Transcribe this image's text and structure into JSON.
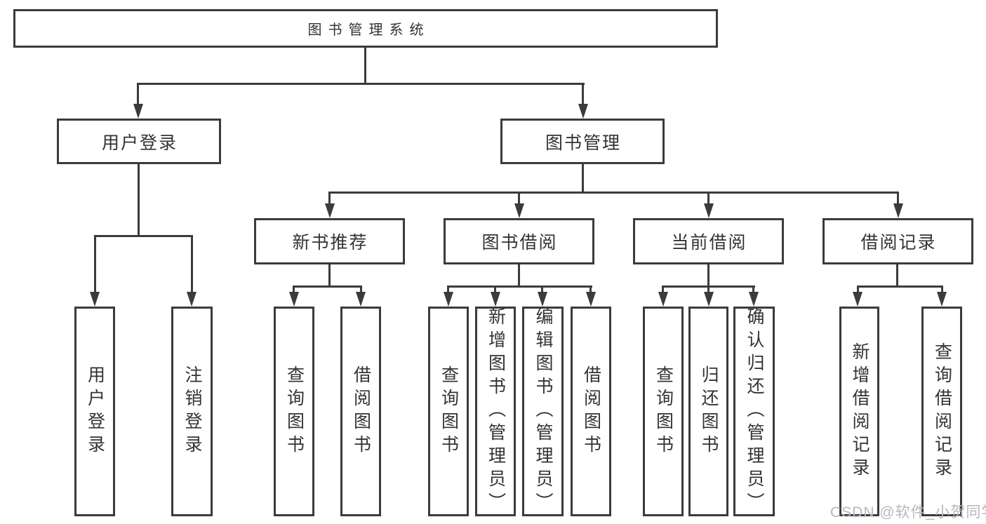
{
  "diagram": {
    "root": {
      "label": "图书管理系统"
    },
    "branches": [
      {
        "label": "用户登录",
        "children": [
          {
            "label": "用户登录"
          },
          {
            "label": "注销登录"
          }
        ]
      },
      {
        "label": "图书管理",
        "children": [
          {
            "label": "新书推荐",
            "children": [
              {
                "label": "查询图书"
              },
              {
                "label": "借阅图书"
              }
            ]
          },
          {
            "label": "图书借阅",
            "children": [
              {
                "label": "查询图书"
              },
              {
                "label": "新增图书（管理员）"
              },
              {
                "label": "编辑图书（管理员）"
              },
              {
                "label": "借阅图书"
              }
            ]
          },
          {
            "label": "当前借阅",
            "children": [
              {
                "label": "查询图书"
              },
              {
                "label": "归还图书"
              },
              {
                "label": "确认归还（管理员）"
              }
            ]
          },
          {
            "label": "借阅记录",
            "children": [
              {
                "label": "新增借阅记录"
              },
              {
                "label": "查询借阅记录"
              }
            ]
          }
        ]
      }
    ]
  },
  "watermark": {
    "text": "CSDN @软件_小贺同学"
  },
  "colors": {
    "line": "#3b3b3b",
    "text": "#333333",
    "watermark": "#b5b9bf",
    "background": "#ffffff"
  }
}
